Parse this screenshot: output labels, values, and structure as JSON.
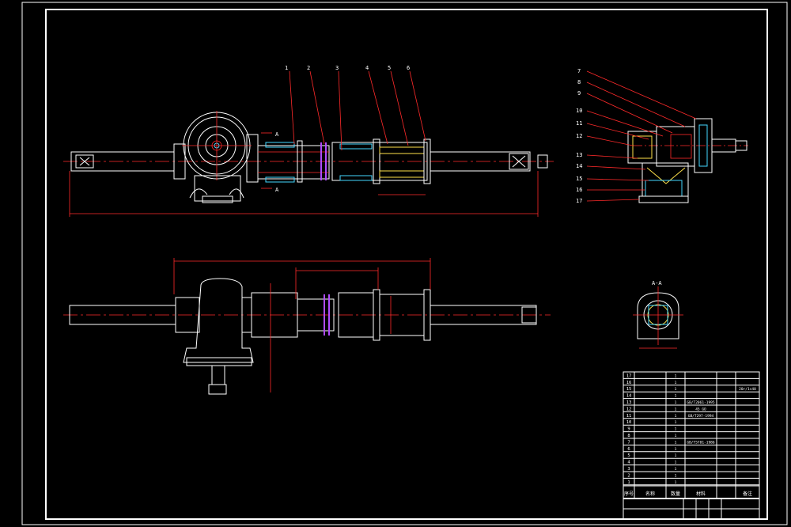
{
  "drawing": {
    "part_numbers_top": [
      "1",
      "2",
      "3",
      "4",
      "5",
      "6"
    ],
    "part_numbers_side": [
      "7",
      "8",
      "9",
      "10",
      "11",
      "12",
      "13",
      "14",
      "15",
      "16",
      "17"
    ],
    "section_label": "A-A",
    "cut_label_top": "A",
    "cut_label_bottom": "A"
  },
  "title_block": {
    "rows": [
      {
        "no": "17",
        "name": "",
        "qty": "1",
        "material": "",
        "note": ""
      },
      {
        "no": "16",
        "name": "",
        "qty": "1",
        "material": "",
        "note": ""
      },
      {
        "no": "15",
        "name": "",
        "qty": "1",
        "material": "",
        "note": "20r/1s40"
      },
      {
        "no": "14",
        "name": "",
        "qty": "1",
        "material": "",
        "note": ""
      },
      {
        "no": "13",
        "name": "",
        "qty": "1",
        "material": "GB/T2061-1995",
        "note": ""
      },
      {
        "no": "12",
        "name": "",
        "qty": "1",
        "material": "45 GO",
        "note": ""
      },
      {
        "no": "11",
        "name": "",
        "qty": "1",
        "material": "GB/T297-1994",
        "note": ""
      },
      {
        "no": "10",
        "name": "",
        "qty": "1",
        "material": "",
        "note": ""
      },
      {
        "no": "9",
        "name": "",
        "qty": "1",
        "material": "",
        "note": ""
      },
      {
        "no": "8",
        "name": "",
        "qty": "1",
        "material": "",
        "note": ""
      },
      {
        "no": "7",
        "name": "",
        "qty": "1",
        "material": "GB/T5781-1986",
        "note": ""
      },
      {
        "no": "6",
        "name": "",
        "qty": "1",
        "material": "",
        "note": ""
      },
      {
        "no": "5",
        "name": "",
        "qty": "1",
        "material": "",
        "note": ""
      },
      {
        "no": "4",
        "name": "",
        "qty": "1",
        "material": "",
        "note": ""
      },
      {
        "no": "3",
        "name": "",
        "qty": "1",
        "material": "",
        "note": ""
      },
      {
        "no": "2",
        "name": "",
        "qty": "1",
        "material": "",
        "note": ""
      },
      {
        "no": "1",
        "name": "",
        "qty": "1",
        "material": "",
        "note": ""
      }
    ],
    "header": [
      "序号",
      "名称",
      "数量",
      "材料",
      "备注"
    ]
  }
}
